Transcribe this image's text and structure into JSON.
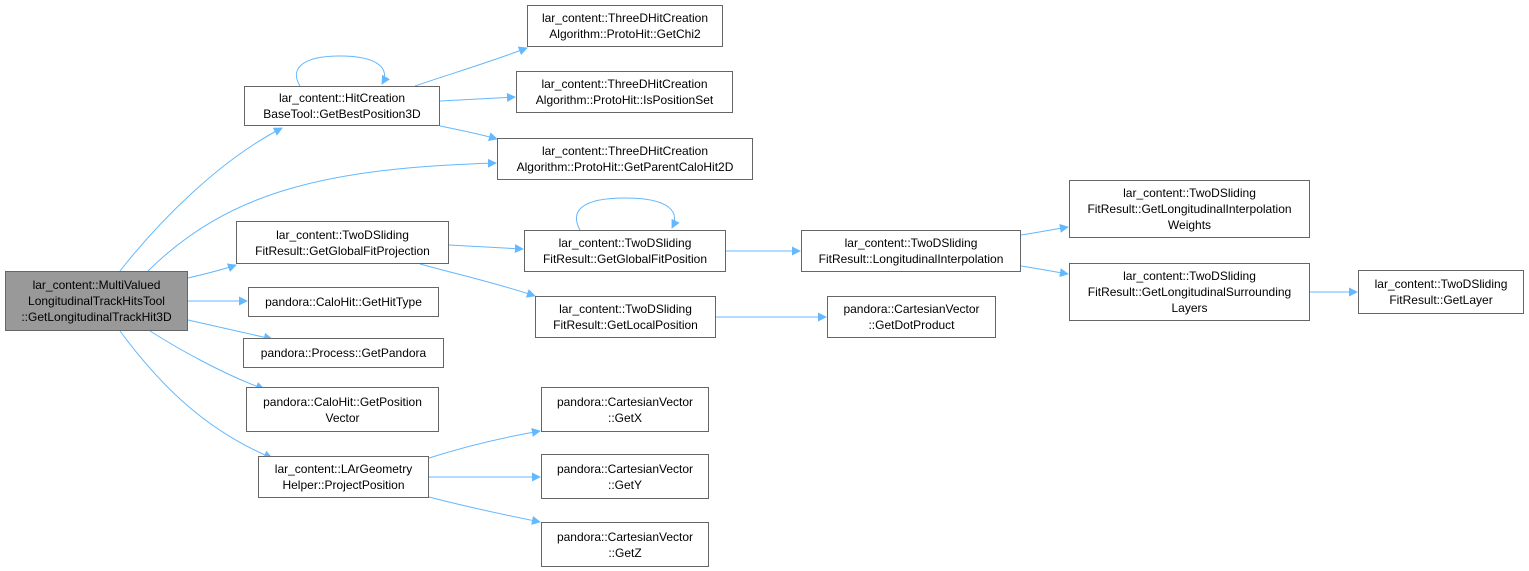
{
  "colors": {
    "edge": "#63b8ff",
    "node_border": "#666666",
    "root_fill": "#999999",
    "node_fill": "#ffffff"
  },
  "nodes": [
    {
      "id": "root",
      "lines": [
        "lar_content::MultiValued",
        "LongitudinalTrackHitsTool",
        "::GetLongitudinalTrackHit3D"
      ],
      "root": true
    },
    {
      "id": "getBestPosition3D",
      "lines": [
        "lar_content::HitCreation",
        "BaseTool::GetBestPosition3D"
      ]
    },
    {
      "id": "getChi2",
      "lines": [
        "lar_content::ThreeDHitCreation",
        "Algorithm::ProtoHit::GetChi2"
      ]
    },
    {
      "id": "isPositionSet",
      "lines": [
        "lar_content::ThreeDHitCreation",
        "Algorithm::ProtoHit::IsPositionSet"
      ]
    },
    {
      "id": "getParentCaloHit2D",
      "lines": [
        "lar_content::ThreeDHitCreation",
        "Algorithm::ProtoHit::GetParentCaloHit2D"
      ]
    },
    {
      "id": "getGlobalFitProjection",
      "lines": [
        "lar_content::TwoDSliding",
        "FitResult::GetGlobalFitProjection"
      ]
    },
    {
      "id": "getGlobalFitPosition",
      "lines": [
        "lar_content::TwoDSliding",
        "FitResult::GetGlobalFitPosition"
      ]
    },
    {
      "id": "longitudinalInterpolation",
      "lines": [
        "lar_content::TwoDSliding",
        "FitResult::LongitudinalInterpolation"
      ]
    },
    {
      "id": "getLongitudinalInterpolationWeights",
      "lines": [
        "lar_content::TwoDSliding",
        "FitResult::GetLongitudinalInterpolation",
        "Weights"
      ]
    },
    {
      "id": "getLongitudinalSurroundingLayers",
      "lines": [
        "lar_content::TwoDSliding",
        "FitResult::GetLongitudinalSurrounding",
        "Layers"
      ]
    },
    {
      "id": "getLayer",
      "lines": [
        "lar_content::TwoDSliding",
        "FitResult::GetLayer"
      ]
    },
    {
      "id": "getLocalPosition",
      "lines": [
        "lar_content::TwoDSliding",
        "FitResult::GetLocalPosition"
      ]
    },
    {
      "id": "getDotProduct",
      "lines": [
        "pandora::CartesianVector",
        "::GetDotProduct"
      ]
    },
    {
      "id": "getHitType",
      "lines": [
        "pandora::CaloHit::GetHitType"
      ]
    },
    {
      "id": "getPandora",
      "lines": [
        "pandora::Process::GetPandora"
      ]
    },
    {
      "id": "getPositionVector",
      "lines": [
        "pandora::CaloHit::GetPosition",
        "Vector"
      ]
    },
    {
      "id": "projectPosition",
      "lines": [
        "lar_content::LArGeometry",
        "Helper::ProjectPosition"
      ]
    },
    {
      "id": "getX",
      "lines": [
        "pandora::CartesianVector",
        "::GetX"
      ]
    },
    {
      "id": "getY",
      "lines": [
        "pandora::CartesianVector",
        "::GetY"
      ]
    },
    {
      "id": "getZ",
      "lines": [
        "pandora::CartesianVector",
        "::GetZ"
      ]
    }
  ],
  "edges": [
    {
      "from": "root",
      "to": "getBestPosition3D"
    },
    {
      "from": "root",
      "to": "getParentCaloHit2D"
    },
    {
      "from": "root",
      "to": "getGlobalFitProjection"
    },
    {
      "from": "root",
      "to": "getHitType"
    },
    {
      "from": "root",
      "to": "getPandora"
    },
    {
      "from": "root",
      "to": "getPositionVector"
    },
    {
      "from": "root",
      "to": "projectPosition"
    },
    {
      "from": "getBestPosition3D",
      "to": "getBestPosition3D"
    },
    {
      "from": "getBestPosition3D",
      "to": "getChi2"
    },
    {
      "from": "getBestPosition3D",
      "to": "isPositionSet"
    },
    {
      "from": "getBestPosition3D",
      "to": "getParentCaloHit2D"
    },
    {
      "from": "getGlobalFitProjection",
      "to": "getGlobalFitPosition"
    },
    {
      "from": "getGlobalFitProjection",
      "to": "getLocalPosition"
    },
    {
      "from": "getGlobalFitPosition",
      "to": "getGlobalFitPosition"
    },
    {
      "from": "getGlobalFitPosition",
      "to": "longitudinalInterpolation"
    },
    {
      "from": "longitudinalInterpolation",
      "to": "getLongitudinalInterpolationWeights"
    },
    {
      "from": "longitudinalInterpolation",
      "to": "getLongitudinalSurroundingLayers"
    },
    {
      "from": "getLongitudinalSurroundingLayers",
      "to": "getLayer"
    },
    {
      "from": "getLocalPosition",
      "to": "getDotProduct"
    },
    {
      "from": "projectPosition",
      "to": "getX"
    },
    {
      "from": "projectPosition",
      "to": "getY"
    },
    {
      "from": "projectPosition",
      "to": "getZ"
    }
  ]
}
